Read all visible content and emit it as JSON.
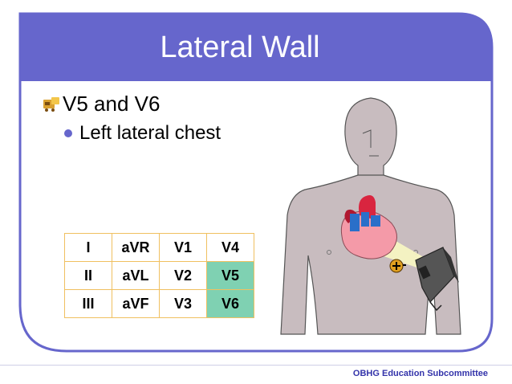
{
  "slide": {
    "title": "Lateral Wall",
    "bullet": "V5 and V6",
    "sub_bullet": "Left lateral chest",
    "footer": "OBHG Education Subcommittee"
  },
  "leads_table": {
    "rows": [
      [
        "I",
        "aVR",
        "V1",
        "V4"
      ],
      [
        "II",
        "aVL",
        "V2",
        "V5"
      ],
      [
        "III",
        "aVF",
        "V3",
        "V6"
      ]
    ],
    "highlighted": [
      "V5",
      "V6"
    ],
    "highlight_color": "#7fd1b2",
    "border_color": "#f0c060"
  },
  "colors": {
    "theme": "#6666cc",
    "title_text": "#ffffff",
    "skin": "#c8bcbf",
    "heart": "#f49aa8",
    "aorta": "#d9253f",
    "vessels": "#2a6fc9",
    "light_beam": "#f7f4c2",
    "plus_marker": "#e0a020",
    "camera": "#555555"
  },
  "icons": [
    "bullet-icon",
    "torso-figure",
    "camera-icon",
    "plus-marker-icon"
  ]
}
